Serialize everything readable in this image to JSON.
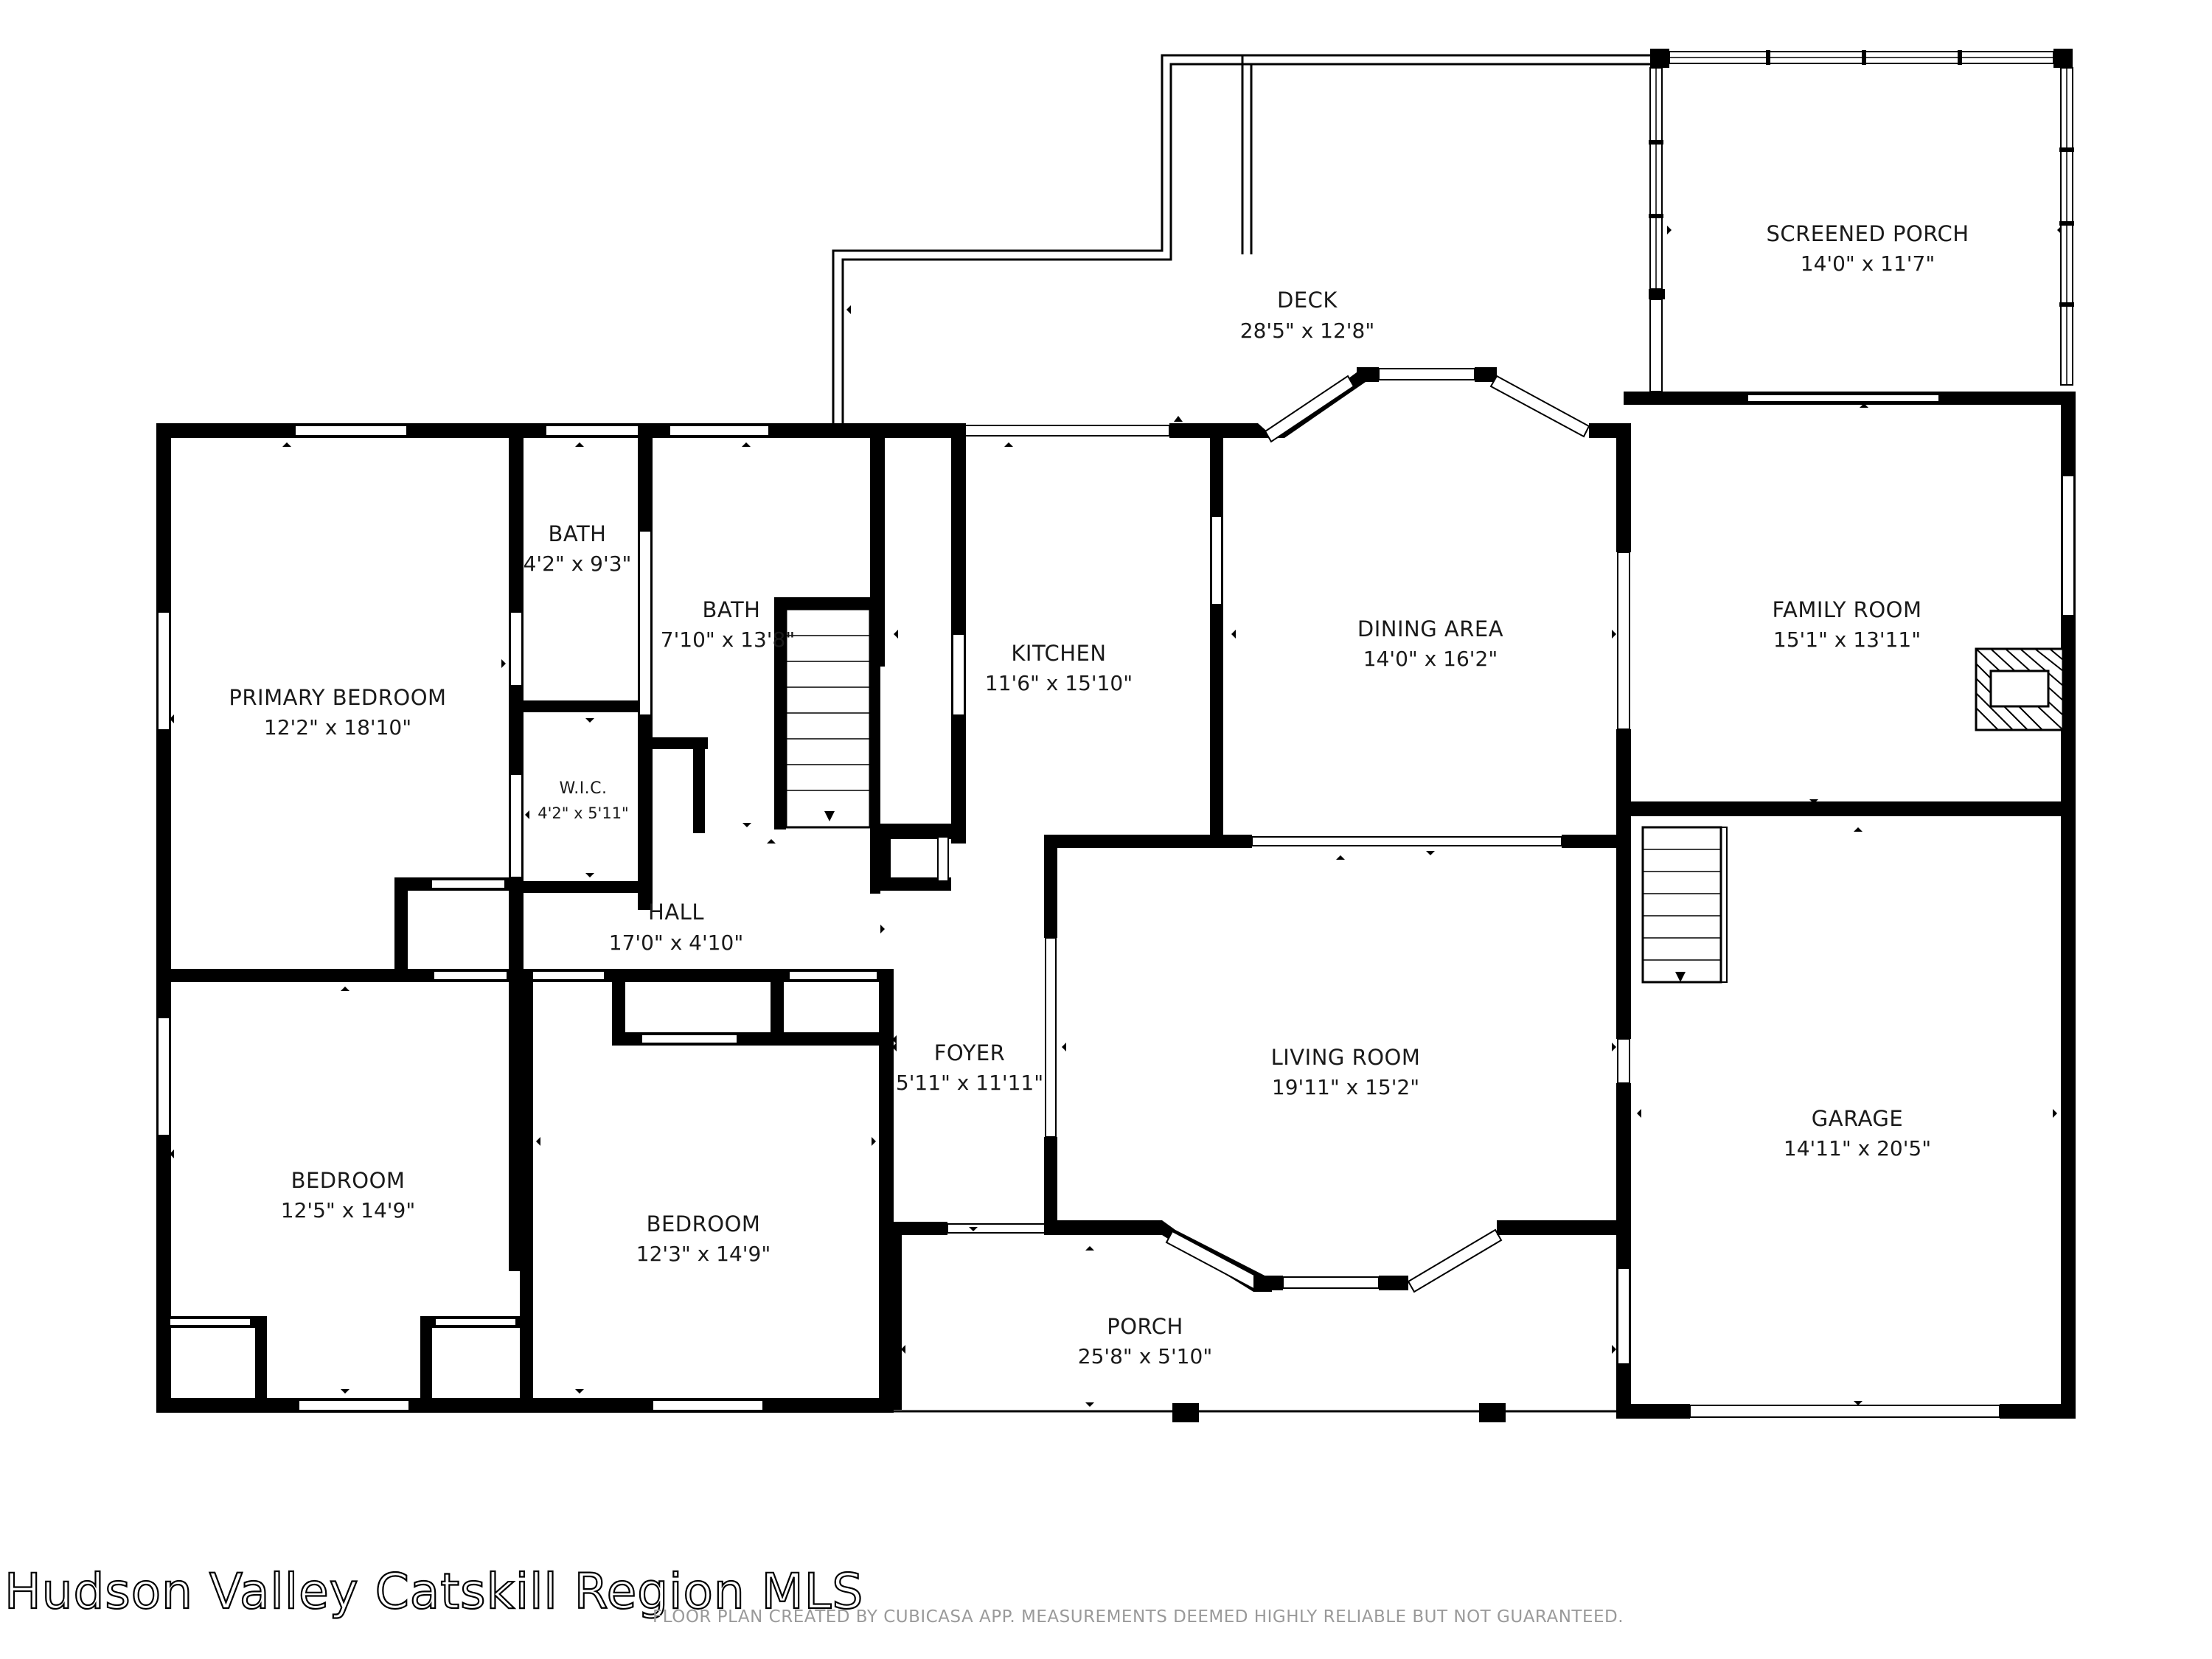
{
  "rooms": {
    "deck": {
      "name": "DECK",
      "dim": "28'5\" x 12'8\""
    },
    "screened_porch": {
      "name": "SCREENED PORCH",
      "dim": "14'0\" x 11'7\""
    },
    "primary_bedroom": {
      "name": "PRIMARY BEDROOM",
      "dim": "12'2\" x 18'10\""
    },
    "bath_small": {
      "name": "BATH",
      "dim": "4'2\" x 9'3\""
    },
    "bath_large": {
      "name": "BATH",
      "dim": "7'10\" x 13'8\""
    },
    "kitchen": {
      "name": "KITCHEN",
      "dim": "11'6\" x 15'10\""
    },
    "dining_area": {
      "name": "DINING AREA",
      "dim": "14'0\" x 16'2\""
    },
    "family_room": {
      "name": "FAMILY ROOM",
      "dim": "15'1\" x 13'11\""
    },
    "wic": {
      "name": "W.I.C.",
      "dim": "4'2\" x 5'11\""
    },
    "hall": {
      "name": "HALL",
      "dim": "17'0\" x 4'10\""
    },
    "foyer": {
      "name": "FOYER",
      "dim": "5'11\" x 11'11\""
    },
    "living_room": {
      "name": "LIVING ROOM",
      "dim": "19'11\" x 15'2\""
    },
    "garage": {
      "name": "GARAGE",
      "dim": "14'11\" x 20'5\""
    },
    "bedroom_left": {
      "name": "BEDROOM",
      "dim": "12'5\" x 14'9\""
    },
    "bedroom_middle": {
      "name": "BEDROOM",
      "dim": "12'3\" x 14'9\""
    },
    "porch": {
      "name": "PORCH",
      "dim": "25'8\" x 5'10\""
    }
  },
  "watermark": "Hudson Valley Catskill Region MLS",
  "credit": "FLOOR PLAN CREATED BY CUBICASA APP. MEASUREMENTS DEEMED HIGHLY RELIABLE BUT NOT GUARANTEED."
}
